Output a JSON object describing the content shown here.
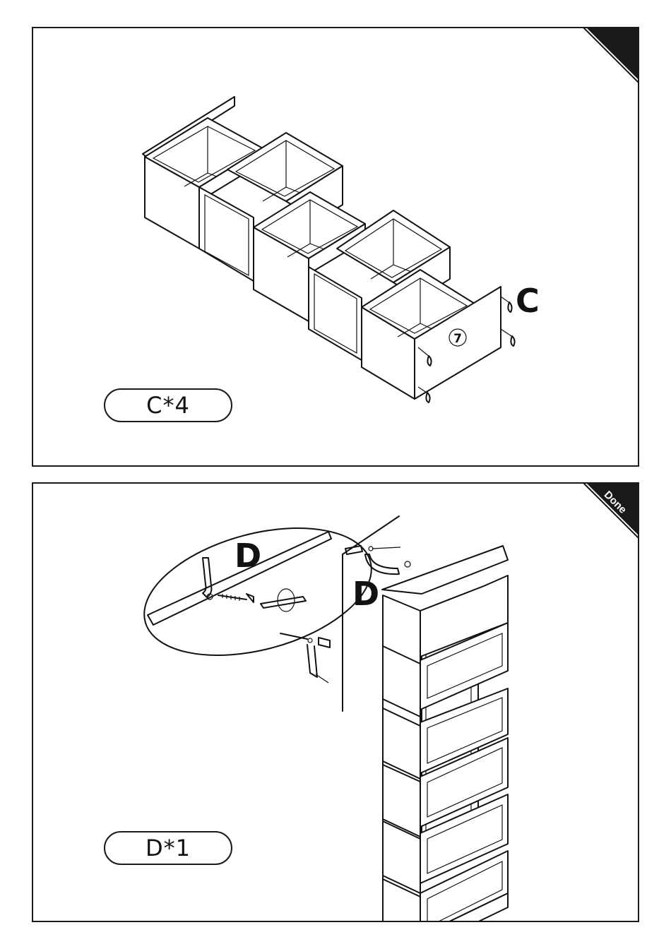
{
  "panel1": {
    "quantity_label": "C*4",
    "part_label": "C",
    "step_number": "7",
    "corner_label": ""
  },
  "panel2": {
    "quantity_label": "D*1",
    "part_label_detail": "D",
    "part_label_wall": "D",
    "corner_label": "Done"
  },
  "colors": {
    "line": "#111111",
    "corner": "#1a1a1a",
    "background": "#ffffff"
  },
  "icons": [
    "screw-icon",
    "wall-plug-icon",
    "bracket-icon",
    "screwdriver-icon"
  ]
}
